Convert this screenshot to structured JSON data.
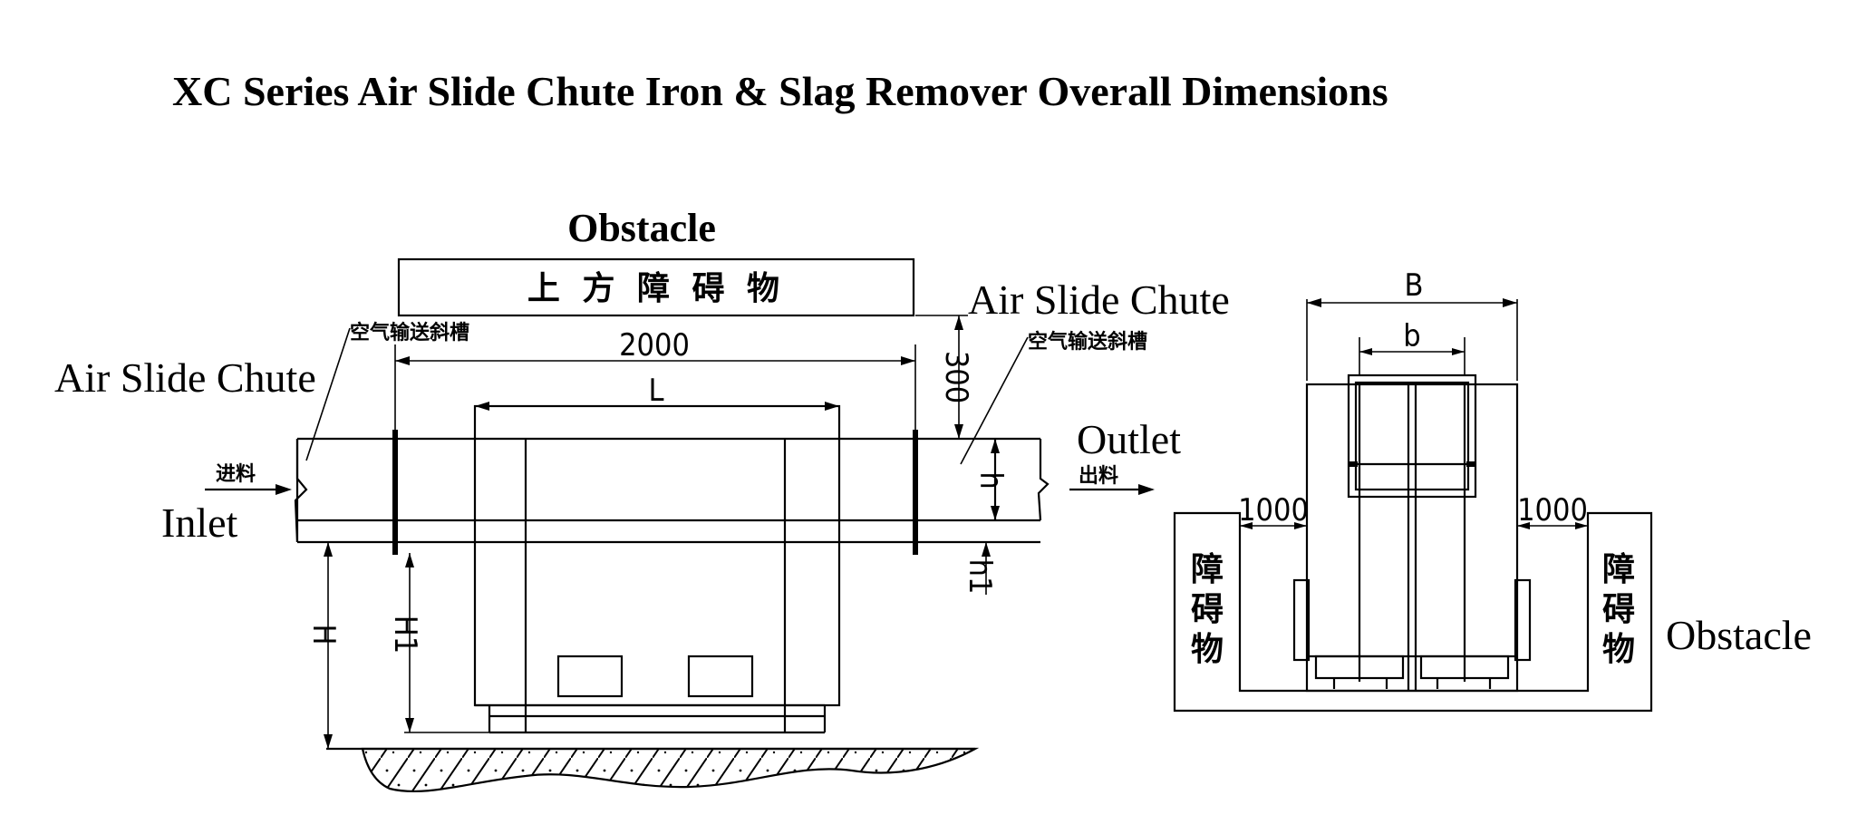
{
  "title": "XC Series Air Slide Chute Iron & Slag Remover Overall Dimensions",
  "front_view": {
    "obstacle_label": "Obstacle",
    "obstacle_cn": "上 方 障 碍 物",
    "chute_left_label": "Air Slide Chute",
    "chute_left_cn": "空气输送斜槽",
    "chute_right_label": "Air Slide Chute",
    "chute_right_cn": "空气输送斜槽",
    "inlet_label": "Inlet",
    "inlet_cn": "进料",
    "outlet_label": "Outlet",
    "outlet_cn": "出料",
    "dim_2000": "2000",
    "dim_L": "L",
    "dim_300": "300",
    "dim_h": "h",
    "dim_h1": "h1",
    "dim_H": "H",
    "dim_H1": "H1"
  },
  "side_view": {
    "dim_B": "B",
    "dim_b": "b",
    "dim_left_1000": "1000",
    "dim_right_1000": "1000",
    "left_obstacle_cn": [
      "障",
      "碍",
      "物"
    ],
    "right_obstacle_cn": [
      "障",
      "碍",
      "物"
    ],
    "obstacle_label": "Obstacle"
  }
}
